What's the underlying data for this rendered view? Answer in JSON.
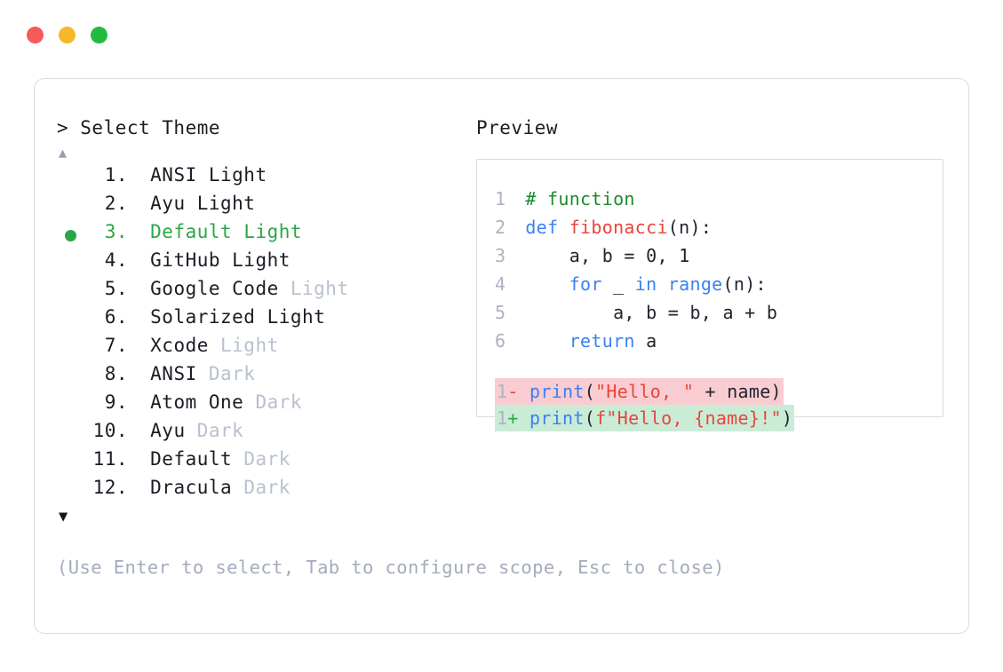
{
  "window": {
    "traffic_lights": [
      {
        "name": "close",
        "color": "#f4595b"
      },
      {
        "name": "minimize",
        "color": "#f6b925"
      },
      {
        "name": "maximize",
        "color": "#22bb3b"
      }
    ]
  },
  "selector": {
    "prompt": "> Select Theme",
    "scroll_up": "▲",
    "scroll_down": "▼",
    "selected_index": 3,
    "items": [
      {
        "index": "1.",
        "name": "ANSI",
        "variant": " Light",
        "variant_muted": false,
        "selected": false
      },
      {
        "index": "2.",
        "name": "Ayu",
        "variant": " Light",
        "variant_muted": false,
        "selected": false
      },
      {
        "index": "3.",
        "name": "Default",
        "variant": " Light",
        "variant_muted": false,
        "selected": true
      },
      {
        "index": "4.",
        "name": "GitHub",
        "variant": " Light",
        "variant_muted": false,
        "selected": false
      },
      {
        "index": "5.",
        "name": "Google Code",
        "variant": " Light",
        "variant_muted": true,
        "selected": false
      },
      {
        "index": "6.",
        "name": "Solarized",
        "variant": " Light",
        "variant_muted": false,
        "selected": false
      },
      {
        "index": "7.",
        "name": "Xcode",
        "variant": " Light",
        "variant_muted": true,
        "selected": false
      },
      {
        "index": "8.",
        "name": "ANSI",
        "variant": " Dark",
        "variant_muted": true,
        "selected": false
      },
      {
        "index": "9.",
        "name": "Atom One",
        "variant": " Dark",
        "variant_muted": true,
        "selected": false
      },
      {
        "index": "10.",
        "name": "Ayu",
        "variant": " Dark",
        "variant_muted": true,
        "selected": false
      },
      {
        "index": "11.",
        "name": "Default",
        "variant": " Dark",
        "variant_muted": true,
        "selected": false
      },
      {
        "index": "12.",
        "name": "Dracula",
        "variant": " Dark",
        "variant_muted": true,
        "selected": false
      }
    ]
  },
  "hint": "(Use Enter to select, Tab to configure scope, Esc to close)",
  "preview": {
    "title": "Preview",
    "code_lines": [
      {
        "ln": "1",
        "tokens": [
          {
            "t": "# function",
            "c": "t-comment"
          }
        ]
      },
      {
        "ln": "2",
        "tokens": [
          {
            "t": "def ",
            "c": "t-kw"
          },
          {
            "t": "fibonacci",
            "c": "t-fn"
          },
          {
            "t": "(n):",
            "c": "t-plain"
          }
        ]
      },
      {
        "ln": "3",
        "tokens": [
          {
            "t": "    a, b = ",
            "c": "t-plain"
          },
          {
            "t": "0",
            "c": "t-num"
          },
          {
            "t": ", ",
            "c": "t-plain"
          },
          {
            "t": "1",
            "c": "t-num"
          }
        ]
      },
      {
        "ln": "4",
        "tokens": [
          {
            "t": "    ",
            "c": "t-plain"
          },
          {
            "t": "for",
            "c": "t-kw"
          },
          {
            "t": " _ ",
            "c": "t-plain"
          },
          {
            "t": "in",
            "c": "t-kw"
          },
          {
            "t": " ",
            "c": "t-plain"
          },
          {
            "t": "range",
            "c": "t-builtin"
          },
          {
            "t": "(n):",
            "c": "t-plain"
          }
        ]
      },
      {
        "ln": "5",
        "tokens": [
          {
            "t": "        a, b = b, a + b",
            "c": "t-plain"
          }
        ]
      },
      {
        "ln": "6",
        "tokens": [
          {
            "t": "    ",
            "c": "t-plain"
          },
          {
            "t": "return",
            "c": "t-kw"
          },
          {
            "t": " a",
            "c": "t-plain"
          }
        ]
      }
    ],
    "diff_lines": [
      {
        "ln": "1",
        "sign": "-",
        "kind": "del",
        "tokens": [
          {
            "t": "print",
            "c": "t-builtin"
          },
          {
            "t": "(",
            "c": "t-plain"
          },
          {
            "t": "\"Hello, \"",
            "c": "t-str"
          },
          {
            "t": " + name)",
            "c": "t-plain"
          }
        ]
      },
      {
        "ln": "1",
        "sign": "+",
        "kind": "add",
        "tokens": [
          {
            "t": "print",
            "c": "t-builtin"
          },
          {
            "t": "(",
            "c": "t-plain"
          },
          {
            "t": "f\"Hello, {name}!\"",
            "c": "t-str"
          },
          {
            "t": ")",
            "c": "t-plain"
          }
        ]
      }
    ]
  },
  "colors": {
    "accent_green": "#2aa745",
    "muted_text": "#b9c0cf",
    "hint_text": "#a4abbd",
    "border": "#d9dce4",
    "diff_del_bg": "#f9ccd1",
    "diff_add_bg": "#caecd6",
    "keyword": "#3b7ff5",
    "string": "#e8453c",
    "comment": "#1a8a2c"
  }
}
